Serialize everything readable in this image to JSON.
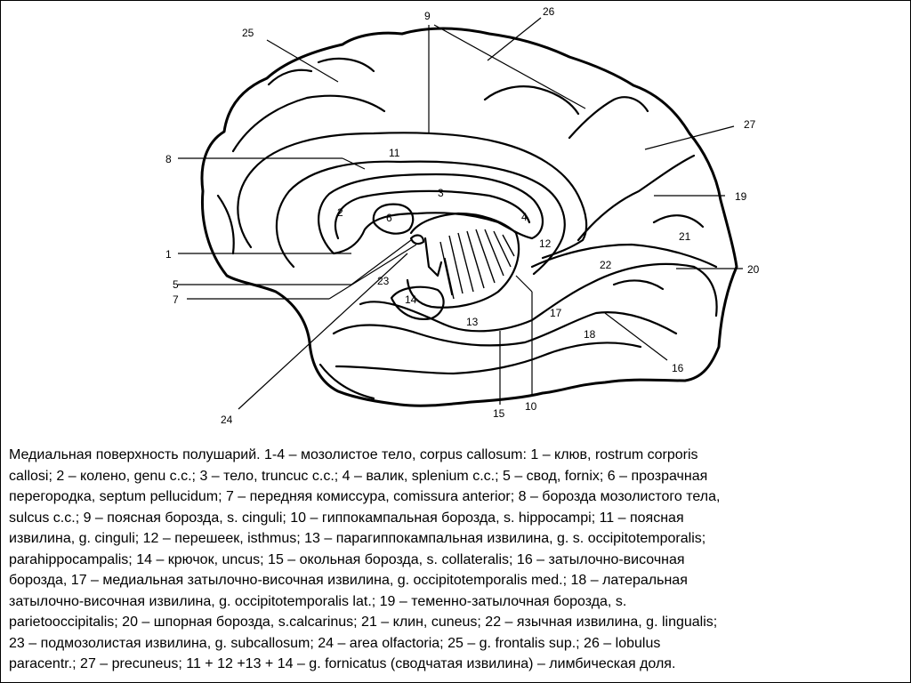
{
  "labels": {
    "l1": "1",
    "l2": "2",
    "l3": "3",
    "l4": "4",
    "l5": "5",
    "l6": "6",
    "l7": "7",
    "l8": "8",
    "l9": "9",
    "l10": "10",
    "l11": "11",
    "l12": "12",
    "l13": "13",
    "l14": "14",
    "l15": "15",
    "l16": "16",
    "l17": "17",
    "l18": "18",
    "l19": "19",
    "l20": "20",
    "l21": "21",
    "l22": "22",
    "l23": "23",
    "l24": "24",
    "l25": "25",
    "l26": "26",
    "l27": "27"
  },
  "caption": {
    "lines": [
      "Медиальная поверхность полушарий. 1-4 – мозолистое тело, corpus callosum: 1 – клюв, rostrum corporis",
      "callosi; 2 – колено, genu c.c.; 3 – тело, truncuc c.c.; 4 – валик, splenium c.c.; 5 – свод, fornix; 6 – прозрачная",
      "перегородка, septum pellucidum; 7 – передняя комиссура, comissura anterior; 8 – борозда мозолистого тела,",
      "sulcus c.c.; 9 – поясная борозда, s. cinguli; 10 – гиппокампальная борозда, s. hippocampi; 11 – поясная",
      "извилина, g. cinguli; 12 – перешеек, isthmus; 13 – парагиппокампальная извилина, g. s. occipitotemporalis;",
      "parahippocampalis; 14 – крючок, uncus; 15 – окольная борозда, s. collateralis; 16 – затылочно-височная",
      "борозда, 17 – медиальная затылочно-височная извилина, g. occipitotemporalis med.; 18 – латеральная",
      "затылочно-височная извилина, g. occipitotemporalis lat.; 19 – теменно-затылочная борозда, s.",
      "parietooccipitalis; 20 – шпорная борозда, s.calcarinus; 21 – клин, cuneus; 22 – язычная извилина, g. lingualis;",
      "23 – подмозолистая извилина, g. subcallosum; 24 – area olfactoria; 25 – g. frontalis sup.; 26 – lobulus",
      "paracentr.; 27 – precuneus; 11 + 12 +13 + 14 – g. fornicatus (сводчатая извилина) – лимбическая доля."
    ]
  }
}
